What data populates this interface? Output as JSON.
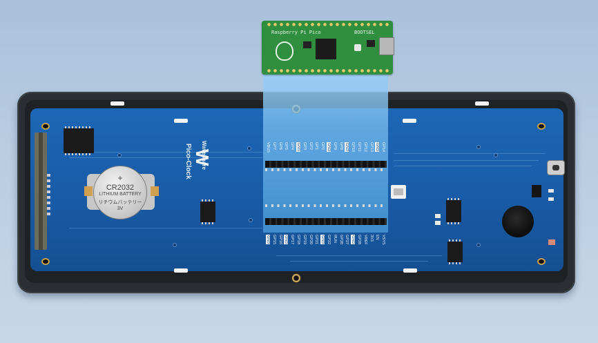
{
  "pico_board": {
    "silkscreen_left": "Raspberry Pi Pico",
    "silkscreen_right": "BOOTSEL"
  },
  "clock_board": {
    "brand_text": "Waveshare",
    "model_text": "Pico-Clock",
    "logo_glyph": "W"
  },
  "battery": {
    "line1": "+",
    "line2": "CR2032",
    "line3": "LITHIUM BATTERY",
    "line4": "リチウムバッテリー",
    "line5": "3V"
  },
  "pin_labels_top": [
    "VBUS",
    "GP7",
    "GP6",
    "GP5",
    "GP4",
    "GND",
    "GP3",
    "GP2",
    "GP1",
    "GP0",
    "GND",
    "GP9",
    "GP8",
    "GND",
    "GP10",
    "GP11",
    "GP12",
    "GP13",
    "GND",
    "GP14"
  ],
  "pin_labels_top_gnd": [
    false,
    false,
    false,
    false,
    false,
    true,
    false,
    false,
    false,
    false,
    true,
    false,
    false,
    true,
    false,
    false,
    false,
    false,
    true,
    false
  ],
  "pin_labels_bottom": [
    "GND",
    "GP15",
    "GP16",
    "GND",
    "GP17",
    "GP18",
    "GP19",
    "GP20",
    "GP21",
    "GND",
    "GP22",
    "RUN",
    "GP26",
    "GP27",
    "GND",
    "GP28",
    "VREF",
    "3V3",
    "EN",
    "VSYS"
  ],
  "pin_labels_bottom_gnd": [
    true,
    false,
    false,
    true,
    false,
    false,
    false,
    false,
    false,
    true,
    false,
    false,
    false,
    false,
    true,
    false,
    false,
    false,
    false,
    false
  ],
  "colors": {
    "background": "#b4c8de",
    "case": "#2b2f33",
    "pcb": "#185aa4",
    "pico_green": "#2f8f3f",
    "highlight": "#7cc0f0"
  }
}
